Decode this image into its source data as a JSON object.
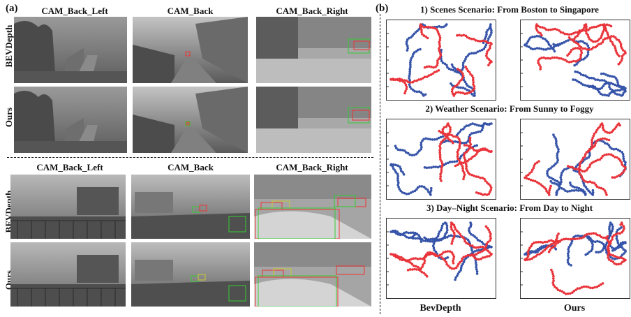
{
  "panel_a": {
    "letter": "(a)",
    "top": {
      "columns": [
        "CAM_Back_Left",
        "CAM_Back",
        "CAM_Back_Right"
      ],
      "rows": [
        "BEVDepth",
        "Ours"
      ]
    },
    "bottom": {
      "columns": [
        "CAM_Back_Left",
        "CAM_Back",
        "CAM_Back_Right"
      ],
      "rows": [
        "BEVDepth",
        "Ours"
      ]
    }
  },
  "panel_b": {
    "letter": "(b)",
    "scenarios": [
      "1) Scenes Scenario: From Boston to Singapore",
      "2) Weather Scenario: From Sunny to Foggy",
      "3) Day–Night Scenario: From Day to Night"
    ],
    "columns": [
      "BevDepth",
      "Ours"
    ],
    "colors": {
      "red": "#e8343a",
      "blue": "#3553a8"
    }
  }
}
